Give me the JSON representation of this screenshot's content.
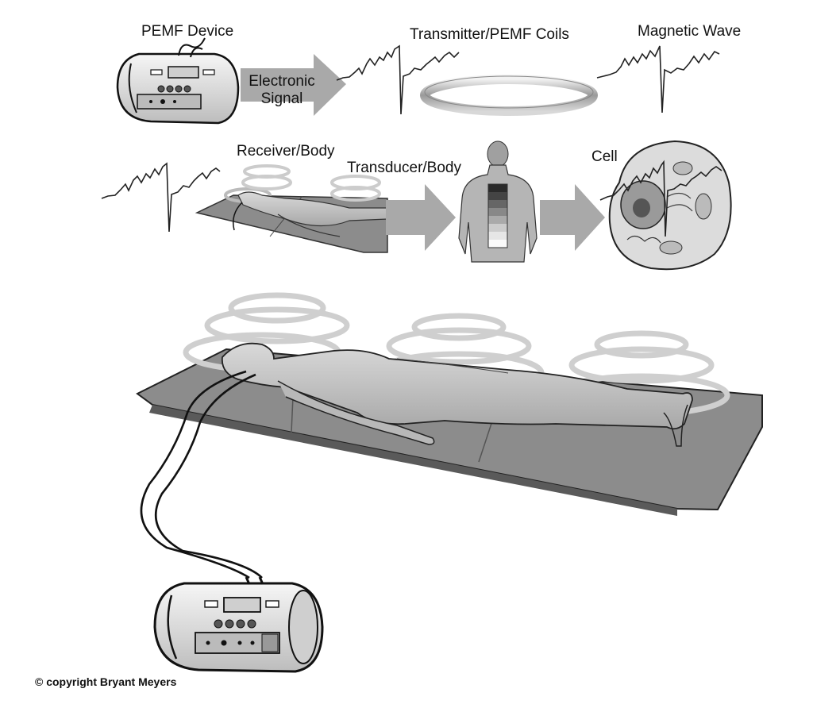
{
  "labels": {
    "pemf_device": "PEMF Device",
    "electronic_signal_line1": "Electronic",
    "electronic_signal_line2": "Signal",
    "transmitter": "Transmitter/PEMF Coils",
    "magnetic_wave": "Magnetic Wave",
    "receiver": "Receiver/Body",
    "transducer": "Transducer/Body",
    "cell": "Cell"
  },
  "copyright": "© copyright Bryant Meyers",
  "colors": {
    "arrow": "#a9a9a9",
    "mat": "#8c8c8c",
    "device": "#e4e4e4",
    "line": "#1a1a1a"
  }
}
